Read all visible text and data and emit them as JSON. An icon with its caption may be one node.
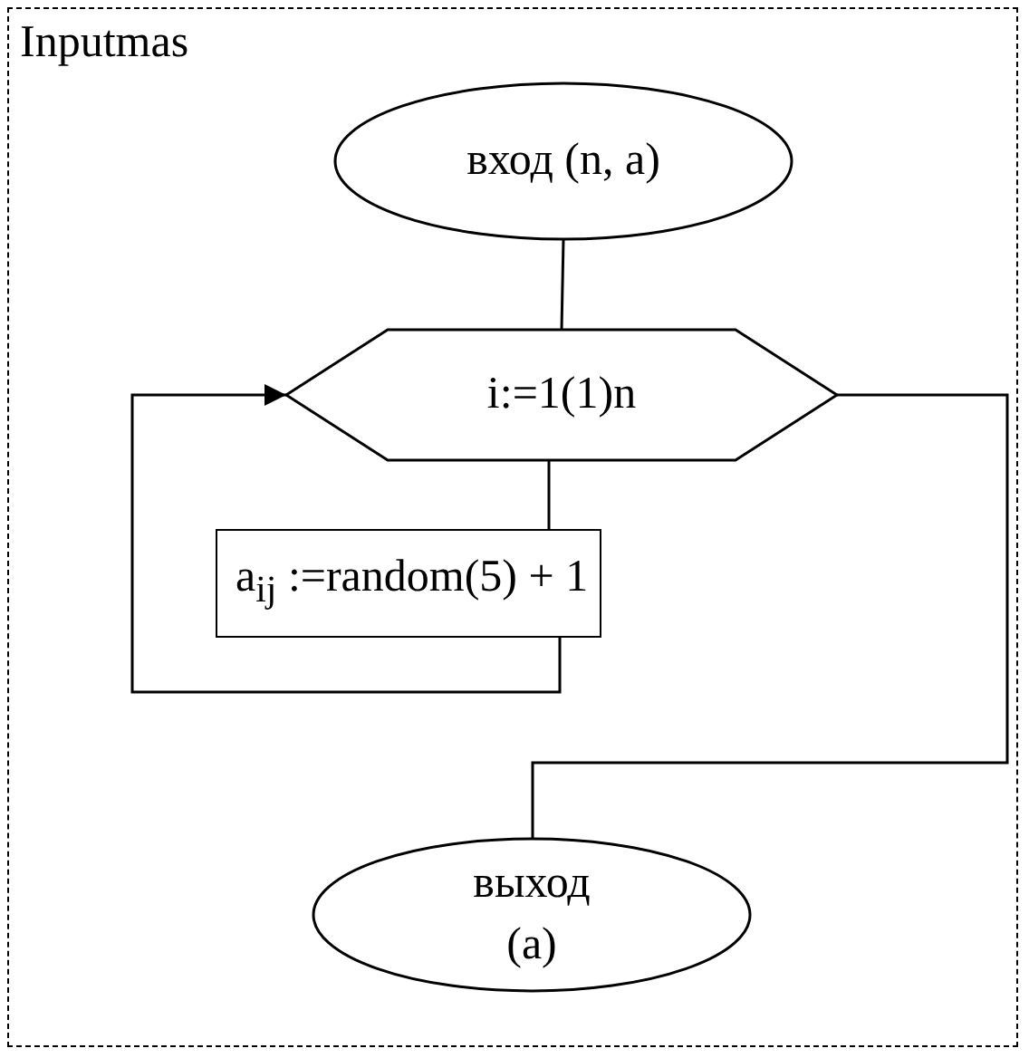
{
  "diagram": {
    "nodes": [
      {
        "text": [
          "Inputmas"
        ]
      },
      {
        "text": [
          "вход (n, a)"
        ],
        "in": 0
      },
      {
        "text": [
          "i:=1(1)n"
        ],
        "in": 0
      },
      {
        "text": [
          "a$_{ij}$ :=random(5) + 1"
        ],
        "in": 0
      },
      {
        "text": [
          "выход (a)"
        ],
        "in": 0
      }
    ],
    "edges": [
      {
        "from": 1,
        "to": 2,
        "arrow": "none"
      },
      {
        "from": 2,
        "to": 3,
        "arrow": "none"
      },
      {
        "from": 3,
        "to": 2,
        "arrow": "to"
      },
      {
        "from": 2,
        "to": 4,
        "arrow": "none"
      }
    ]
  }
}
